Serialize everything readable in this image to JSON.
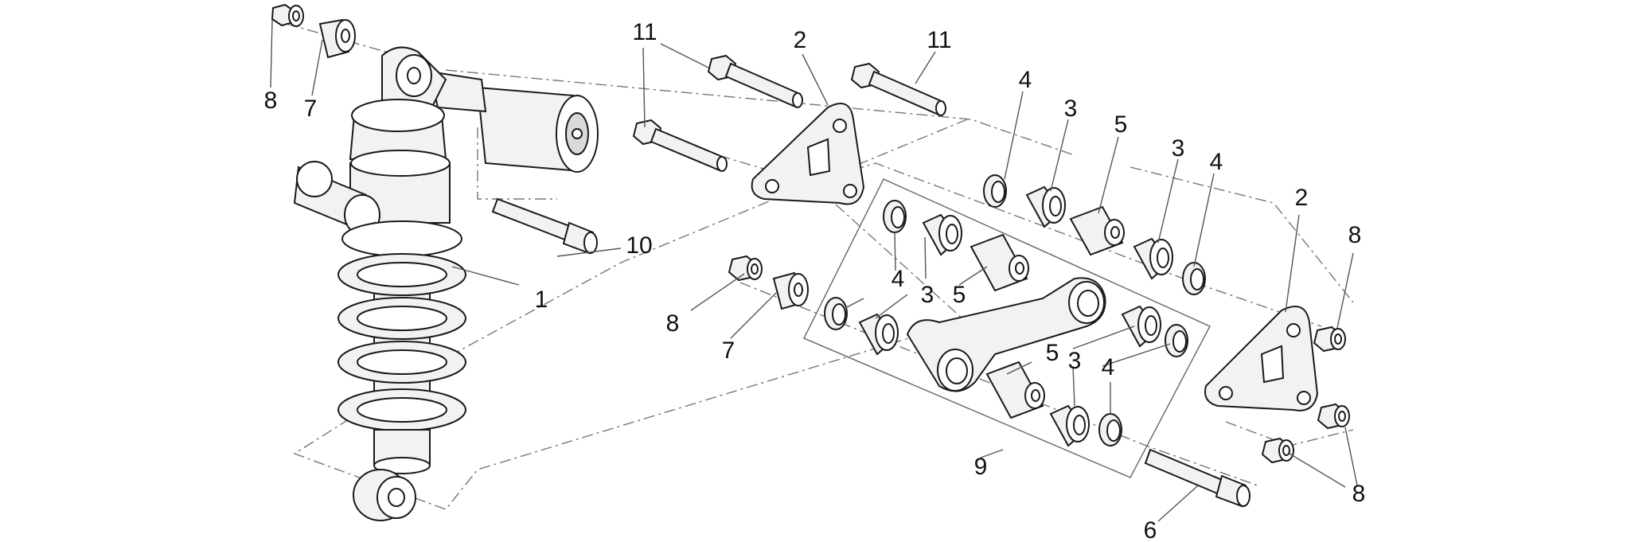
{
  "callouts": [
    "8",
    "7",
    "11",
    "2",
    "11",
    "4",
    "3",
    "5",
    "3",
    "4",
    "2",
    "8",
    "10",
    "1",
    "4",
    "3",
    "5",
    "8",
    "7",
    "5",
    "3",
    "4",
    "9",
    "8",
    "6"
  ],
  "colors": {
    "line": "#1a1a1a",
    "leader": "#555555",
    "fill": "#f2f2f2"
  }
}
